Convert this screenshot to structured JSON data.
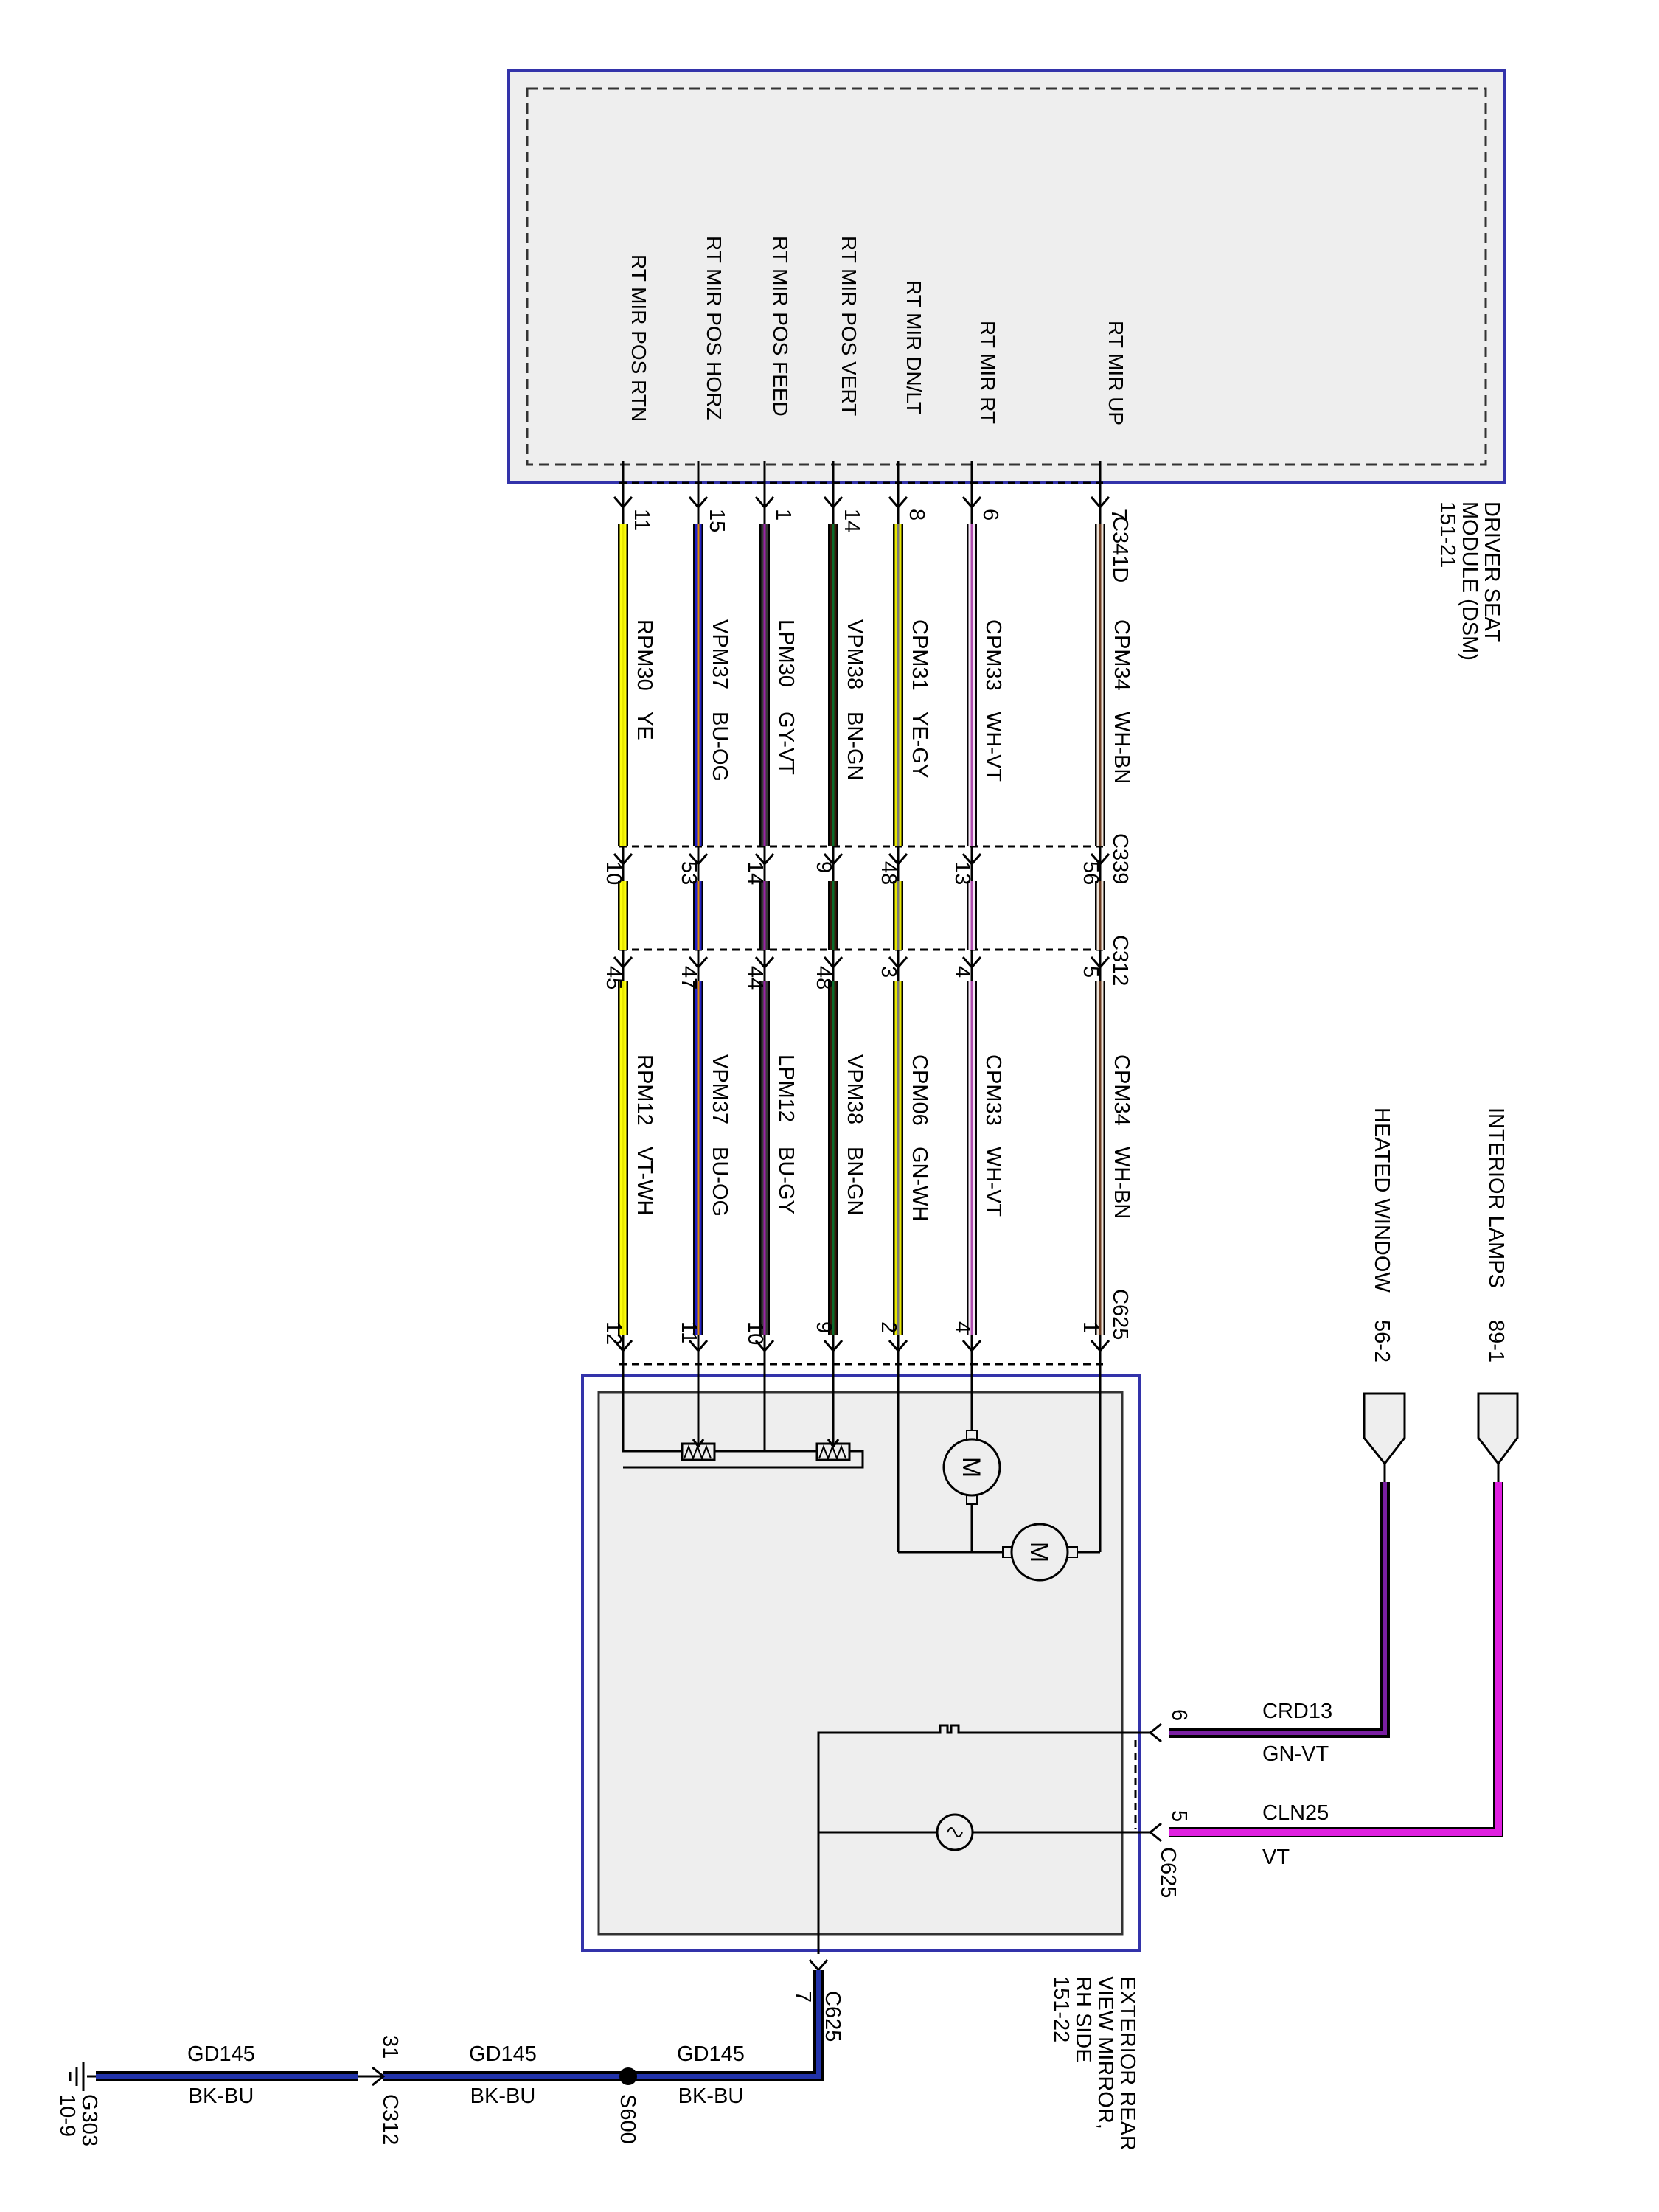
{
  "modules": {
    "dsm": {
      "name_lines": [
        "DRIVER SEAT",
        "MODULE (DSM)",
        "151-21"
      ],
      "pins": [
        "RT MIR UP",
        "RT MIR RT",
        "RT MIR DN/LT",
        "RT MIR POS VERT",
        "RT MIR POS FEED",
        "RT MIR POS HORZ",
        "RT MIR POS RTN"
      ]
    },
    "mirror": {
      "name_lines": [
        "EXTERIOR REAR",
        "VIEW MIRROR,",
        "RH SIDE",
        "151-22"
      ]
    }
  },
  "connectors": {
    "c341d": "C341D",
    "c339": "C339",
    "c312": "C312",
    "c625": "C625",
    "c625_bottom": "C625",
    "c625_ground": "C625",
    "c312_ground": "C312"
  },
  "circuits": [
    {
      "color": "#EEE4DA",
      "stripe": "#6B3A1F",
      "dsm_pin": "7",
      "c339_in": "56",
      "c339_out": "",
      "c312_pin": "5",
      "c625_pin": "1",
      "upper_circuit": "CPM34",
      "upper_color": "WH-BN",
      "lower_circuit": "CPM34",
      "lower_color": "WH-BN"
    },
    {
      "color": "#F6E6F6",
      "stripe": "#B050B0",
      "dsm_pin": "6",
      "c339_in": "13",
      "c339_out": "",
      "c312_pin": "4",
      "c625_pin": "4",
      "upper_circuit": "CPM33",
      "upper_color": "WH-VT",
      "lower_circuit": "CPM33",
      "lower_color": "WH-VT"
    },
    {
      "color": "#E8E800",
      "stripe": "#7A7A7A",
      "dsm_pin": "8",
      "c339_in": "48",
      "c339_out": "",
      "c312_pin": "3",
      "c625_pin": "2",
      "upper_circuit": "CPM31",
      "upper_color": "YE-GY",
      "lower_circuit": "CPM06",
      "lower_color": "GN-WH"
    },
    {
      "color": "#3A1A0A",
      "stripe": "#0B6B2A",
      "dsm_pin": "14",
      "c339_in": "9",
      "c339_out": "",
      "c312_pin": "48",
      "c625_pin": "9",
      "upper_circuit": "VPM38",
      "upper_color": "BN-GN",
      "lower_circuit": "VPM38",
      "lower_color": "BN-GN"
    },
    {
      "color": "#3A3A3A",
      "stripe": "#9A22A6",
      "dsm_pin": "1",
      "c339_in": "14",
      "c339_out": "",
      "c312_pin": "44",
      "c625_pin": "10",
      "upper_circuit": "LPM30",
      "upper_color": "GY-VT",
      "lower_circuit": "LPM12",
      "lower_color": "BU-GY"
    },
    {
      "color": "#2222CC",
      "stripe": "#E08A00",
      "dsm_pin": "15",
      "c339_in": "53",
      "c339_out": "",
      "c312_pin": "47",
      "c625_pin": "11",
      "upper_circuit": "VPM37",
      "upper_color": "BU-OG",
      "lower_circuit": "VPM37",
      "lower_color": "BU-OG"
    },
    {
      "color": "#FFFF10",
      "stripe": "#E8E800",
      "dsm_pin": "11",
      "c339_in": "10",
      "c339_out": "",
      "c312_pin": "45",
      "c625_pin": "12",
      "upper_circuit": "RPM30",
      "upper_color": "YE",
      "lower_circuit": "RPM12",
      "lower_color": "VT-WH"
    }
  ],
  "feeds": {
    "heated": {
      "label": "HEATED WINDOW",
      "ref": "56-2",
      "pin": "6",
      "circuit": "CRD13",
      "color_code": "GN-VT",
      "color": "#2E7D32",
      "stripe": "#7A1FA2"
    },
    "interior": {
      "label": "INTERIOR LAMPS",
      "ref": "89-1",
      "pin": "5",
      "circuit": "CLN25",
      "color_code": "VT",
      "color": "#E020E0",
      "stripe": "#E020E0"
    }
  },
  "ground": {
    "mirror_pin": "7",
    "segments": [
      {
        "circuit": "GD145",
        "color_code": "BK-BU"
      },
      {
        "circuit": "GD145",
        "color_code": "BK-BU"
      },
      {
        "circuit": "GD145",
        "color_code": "BK-BU"
      }
    ],
    "c312_pin": "31",
    "splice": "S600",
    "ground_id": "G303",
    "ground_ref": "10-9",
    "color": "#1A1A6A",
    "stripe": "#2233AA"
  },
  "components": {
    "motor_label": "M"
  },
  "colors": {
    "module_border": "#3333AA",
    "module_fill": "#EEEEEE"
  }
}
